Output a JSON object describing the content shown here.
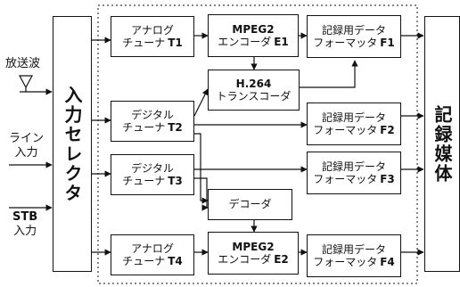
{
  "input_selector": "入力セレクタ",
  "recording_medium": "記録媒体",
  "inputs": [
    {
      "id": "broadcast",
      "label": "放送波"
    },
    {
      "id": "line",
      "label_line1": "ライン",
      "label_line2": "入力"
    },
    {
      "id": "stb",
      "label_line1": "STB",
      "label_line2": "入力"
    }
  ],
  "tuners": [
    {
      "label": "アナログ",
      "sub": "チューナ",
      "tag": "T1"
    },
    {
      "label": "デジタル",
      "sub": "チューナ",
      "tag": "T2"
    },
    {
      "label": "デジタル",
      "sub": "チューナ",
      "tag": "T3"
    },
    {
      "label": "アナログ",
      "sub": "チューナ",
      "tag": "T4"
    }
  ],
  "encoders": [
    {
      "label": "MPEG2",
      "sub": "エンコーダ",
      "tag": "E1"
    },
    {
      "label": "MPEG2",
      "sub": "エンコーダ",
      "tag": "E2"
    }
  ],
  "transcoder": {
    "label": "H.264",
    "sub": "トランスコーダ"
  },
  "decoder": {
    "label": "デコーダ"
  },
  "formatters": [
    {
      "label": "記録用データ",
      "sub": "フォーマッタ",
      "tag": "F1"
    },
    {
      "label": "記録用データ",
      "sub": "フォーマッタ",
      "tag": "F2"
    },
    {
      "label": "記録用データ",
      "sub": "フォーマッタ",
      "tag": "F3"
    },
    {
      "label": "記録用データ",
      "sub": "フォーマッタ",
      "tag": "F4"
    }
  ]
}
